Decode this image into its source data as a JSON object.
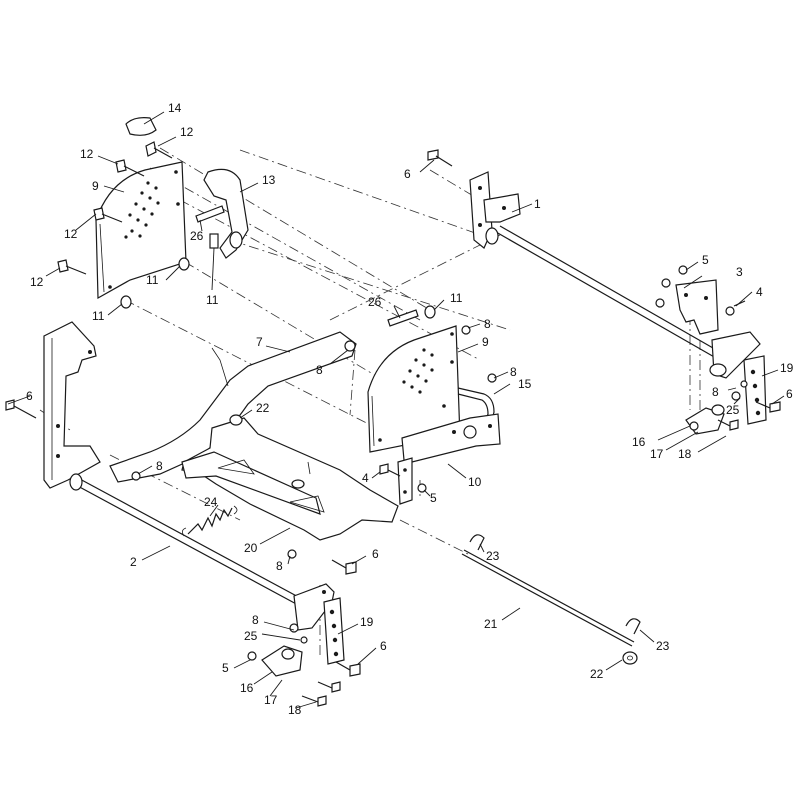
{
  "callouts": [
    {
      "label": "1"
    },
    {
      "label": "2"
    },
    {
      "label": "3"
    },
    {
      "label": "4"
    },
    {
      "label": "4"
    },
    {
      "label": "5"
    },
    {
      "label": "5"
    },
    {
      "label": "5"
    },
    {
      "label": "6"
    },
    {
      "label": "6"
    },
    {
      "label": "6"
    },
    {
      "label": "6"
    },
    {
      "label": "6"
    },
    {
      "label": "7"
    },
    {
      "label": "8"
    },
    {
      "label": "8"
    },
    {
      "label": "8"
    },
    {
      "label": "8"
    },
    {
      "label": "8"
    },
    {
      "label": "8"
    },
    {
      "label": "8"
    },
    {
      "label": "9"
    },
    {
      "label": "9"
    },
    {
      "label": "10"
    },
    {
      "label": "11"
    },
    {
      "label": "11"
    },
    {
      "label": "11"
    },
    {
      "label": "11"
    },
    {
      "label": "12"
    },
    {
      "label": "12"
    },
    {
      "label": "12"
    },
    {
      "label": "12"
    },
    {
      "label": "13"
    },
    {
      "label": "14"
    },
    {
      "label": "15"
    },
    {
      "label": "16"
    },
    {
      "label": "16"
    },
    {
      "label": "17"
    },
    {
      "label": "17"
    },
    {
      "label": "18"
    },
    {
      "label": "18"
    },
    {
      "label": "19"
    },
    {
      "label": "19"
    },
    {
      "label": "20"
    },
    {
      "label": "21"
    },
    {
      "label": "22"
    },
    {
      "label": "22"
    },
    {
      "label": "23"
    },
    {
      "label": "23"
    },
    {
      "label": "24"
    },
    {
      "label": "25"
    },
    {
      "label": "25"
    },
    {
      "label": "26"
    },
    {
      "label": "26"
    }
  ]
}
